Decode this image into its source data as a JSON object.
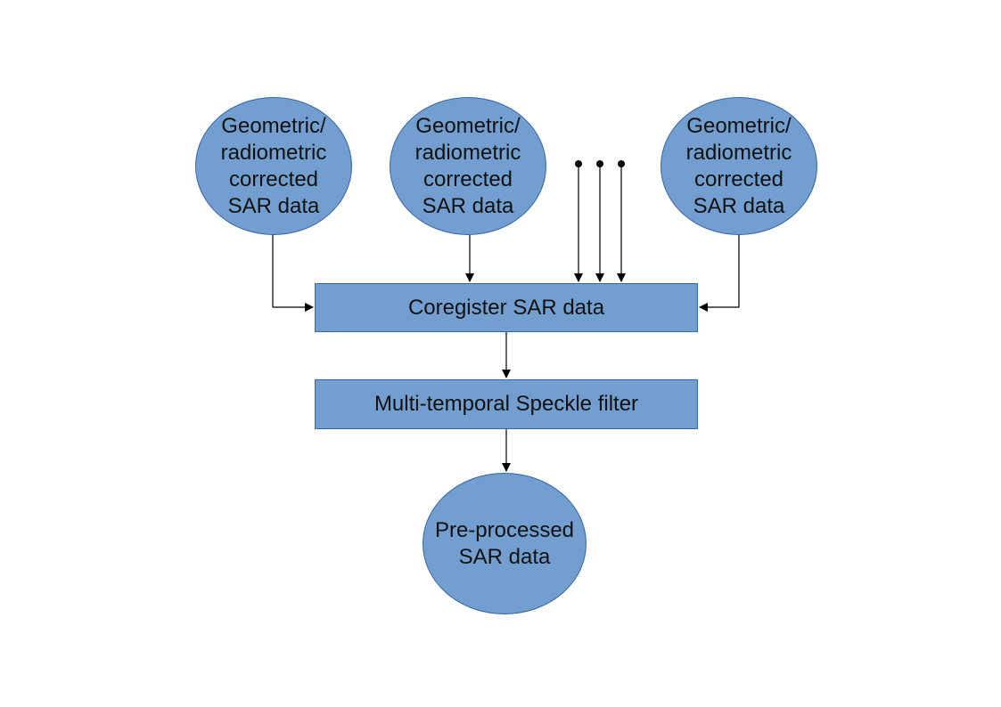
{
  "nodes": {
    "input_1": "Geometric/\nradiometric\ncorrected\nSAR data",
    "input_2": "Geometric/\nradiometric\ncorrected\nSAR data",
    "input_3": "Geometric/\nradiometric\ncorrected\nSAR data",
    "coregister": "Coregister SAR data",
    "speckle_filter": "Multi-temporal Speckle filter",
    "output": "Pre-processed\nSAR data"
  },
  "edges": [
    {
      "from": "input_1",
      "to": "coregister"
    },
    {
      "from": "input_2",
      "to": "coregister"
    },
    {
      "from": "additional_inputs",
      "to": "coregister"
    },
    {
      "from": "input_3",
      "to": "coregister"
    },
    {
      "from": "coregister",
      "to": "speckle_filter"
    },
    {
      "from": "speckle_filter",
      "to": "output"
    }
  ],
  "colors": {
    "node_fill": "#729fcf",
    "node_border": "#3465a4",
    "edge": "#000000"
  }
}
